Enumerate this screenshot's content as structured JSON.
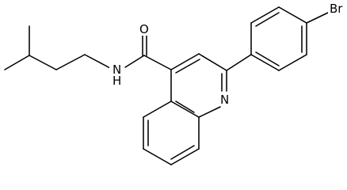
{
  "molecule": {
    "atoms": {
      "oxygen": "O",
      "amide_nitrogen": "N",
      "amide_hydrogen": "H",
      "ring_nitrogen": "N",
      "bromine": "Br"
    },
    "colors": {
      "bond": "#000000",
      "background": "#ffffff"
    }
  }
}
